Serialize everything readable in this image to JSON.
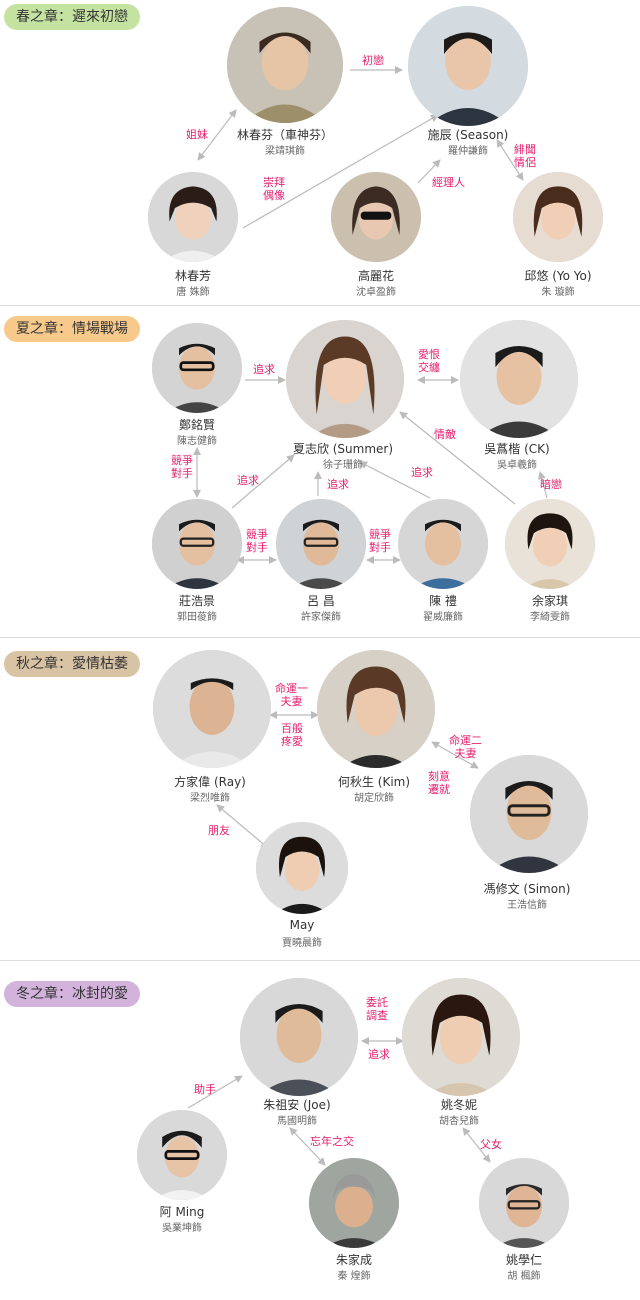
{
  "chapters": {
    "spring": {
      "title": "春之章：遲來初戀",
      "color": "#c5e3a0"
    },
    "summer": {
      "title": "夏之章：情場戰場",
      "color": "#f7c98a"
    },
    "autumn": {
      "title": "秋之章：愛情枯萎",
      "color": "#d9c3a5"
    },
    "winter": {
      "title": "冬之章：冰封的愛",
      "color": "#d3b3dc"
    }
  },
  "people": {
    "lin_chunfen": {
      "name": "林春芬（車神芬）",
      "actor": "梁靖琪飾"
    },
    "shi_chen": {
      "name": "施辰 (Season)",
      "actor": "羅仲謙飾"
    },
    "lin_chunfang": {
      "name": "林春芳",
      "actor": "唐 姝飾"
    },
    "gao_lihua": {
      "name": "高麗花",
      "actor": "沈卓盈飾"
    },
    "qiu_you": {
      "name": "邱悠 (Yo Yo)",
      "actor": "朱 璇飾"
    },
    "zheng_mingxian": {
      "name": "鄭銘賢",
      "actor": "陳志健飾"
    },
    "xia_zhixin": {
      "name": "夏志欣 (Summer)",
      "actor": "徐子珊飾"
    },
    "wu_weikai": {
      "name": "吳蔿楷 (CK)",
      "actor": "吳卓羲飾"
    },
    "zhuang_haojing": {
      "name": "莊浩景",
      "actor": "郭田葰飾"
    },
    "lv_chang": {
      "name": "呂 昌",
      "actor": "許家傑飾"
    },
    "chen_ji": {
      "name": "陳 禮",
      "actor": "翟威廉飾"
    },
    "yu_jiaqi": {
      "name": "余家琪",
      "actor": "李綺雯飾"
    },
    "fang_jiawei": {
      "name": "方家偉 (Ray)",
      "actor": "梁烈唯飾"
    },
    "he_qiusheng": {
      "name": "何秋生 (Kim)",
      "actor": "胡定欣飾"
    },
    "feng_xiuwen": {
      "name": "馮修文 (Simon)",
      "actor": "王浩信飾"
    },
    "may": {
      "name": "May",
      "actor": "賈曉晨飾"
    },
    "zhu_zuan": {
      "name": "朱祖安 (Joe)",
      "actor": "馬國明飾"
    },
    "yao_dongni": {
      "name": "姚冬妮",
      "actor": "胡杏兒飾"
    },
    "a_ming": {
      "name": "阿 Ming",
      "actor": "吳業坤飾"
    },
    "zhu_jiacheng": {
      "name": "朱家成",
      "actor": "秦 煌飾"
    },
    "yao_xueren": {
      "name": "姚學仁",
      "actor": "胡 楓飾"
    }
  },
  "relations": {
    "first_love": "初戀",
    "sisters": "姐妹",
    "idol": "崇拜\n偶像",
    "manager": "經理人",
    "rumored": "緋聞\n情侶",
    "pursue1": "追求",
    "love_hate": "愛恨\n交纏",
    "rival_cp": "競爭\n對手",
    "pursue2": "追求",
    "pursue3": "追求",
    "pursue4": "追求",
    "love_enemy": "情敵",
    "crush": "暗戀",
    "rival_lc": "競爭\n對手",
    "rival_lchen": "競爭\n對手",
    "fated_couple1": "命運一\n夫妻",
    "pampered": "百般\n疼愛",
    "fated_couple2": "命運二\n夫妻",
    "pursued": "刻意\n遷就",
    "friends": "朋友",
    "commission": "委託\n調查",
    "pursue5": "追求",
    "assistant": "助手",
    "age_gap_friends": "忘年之交",
    "father_daughter": "父女"
  }
}
